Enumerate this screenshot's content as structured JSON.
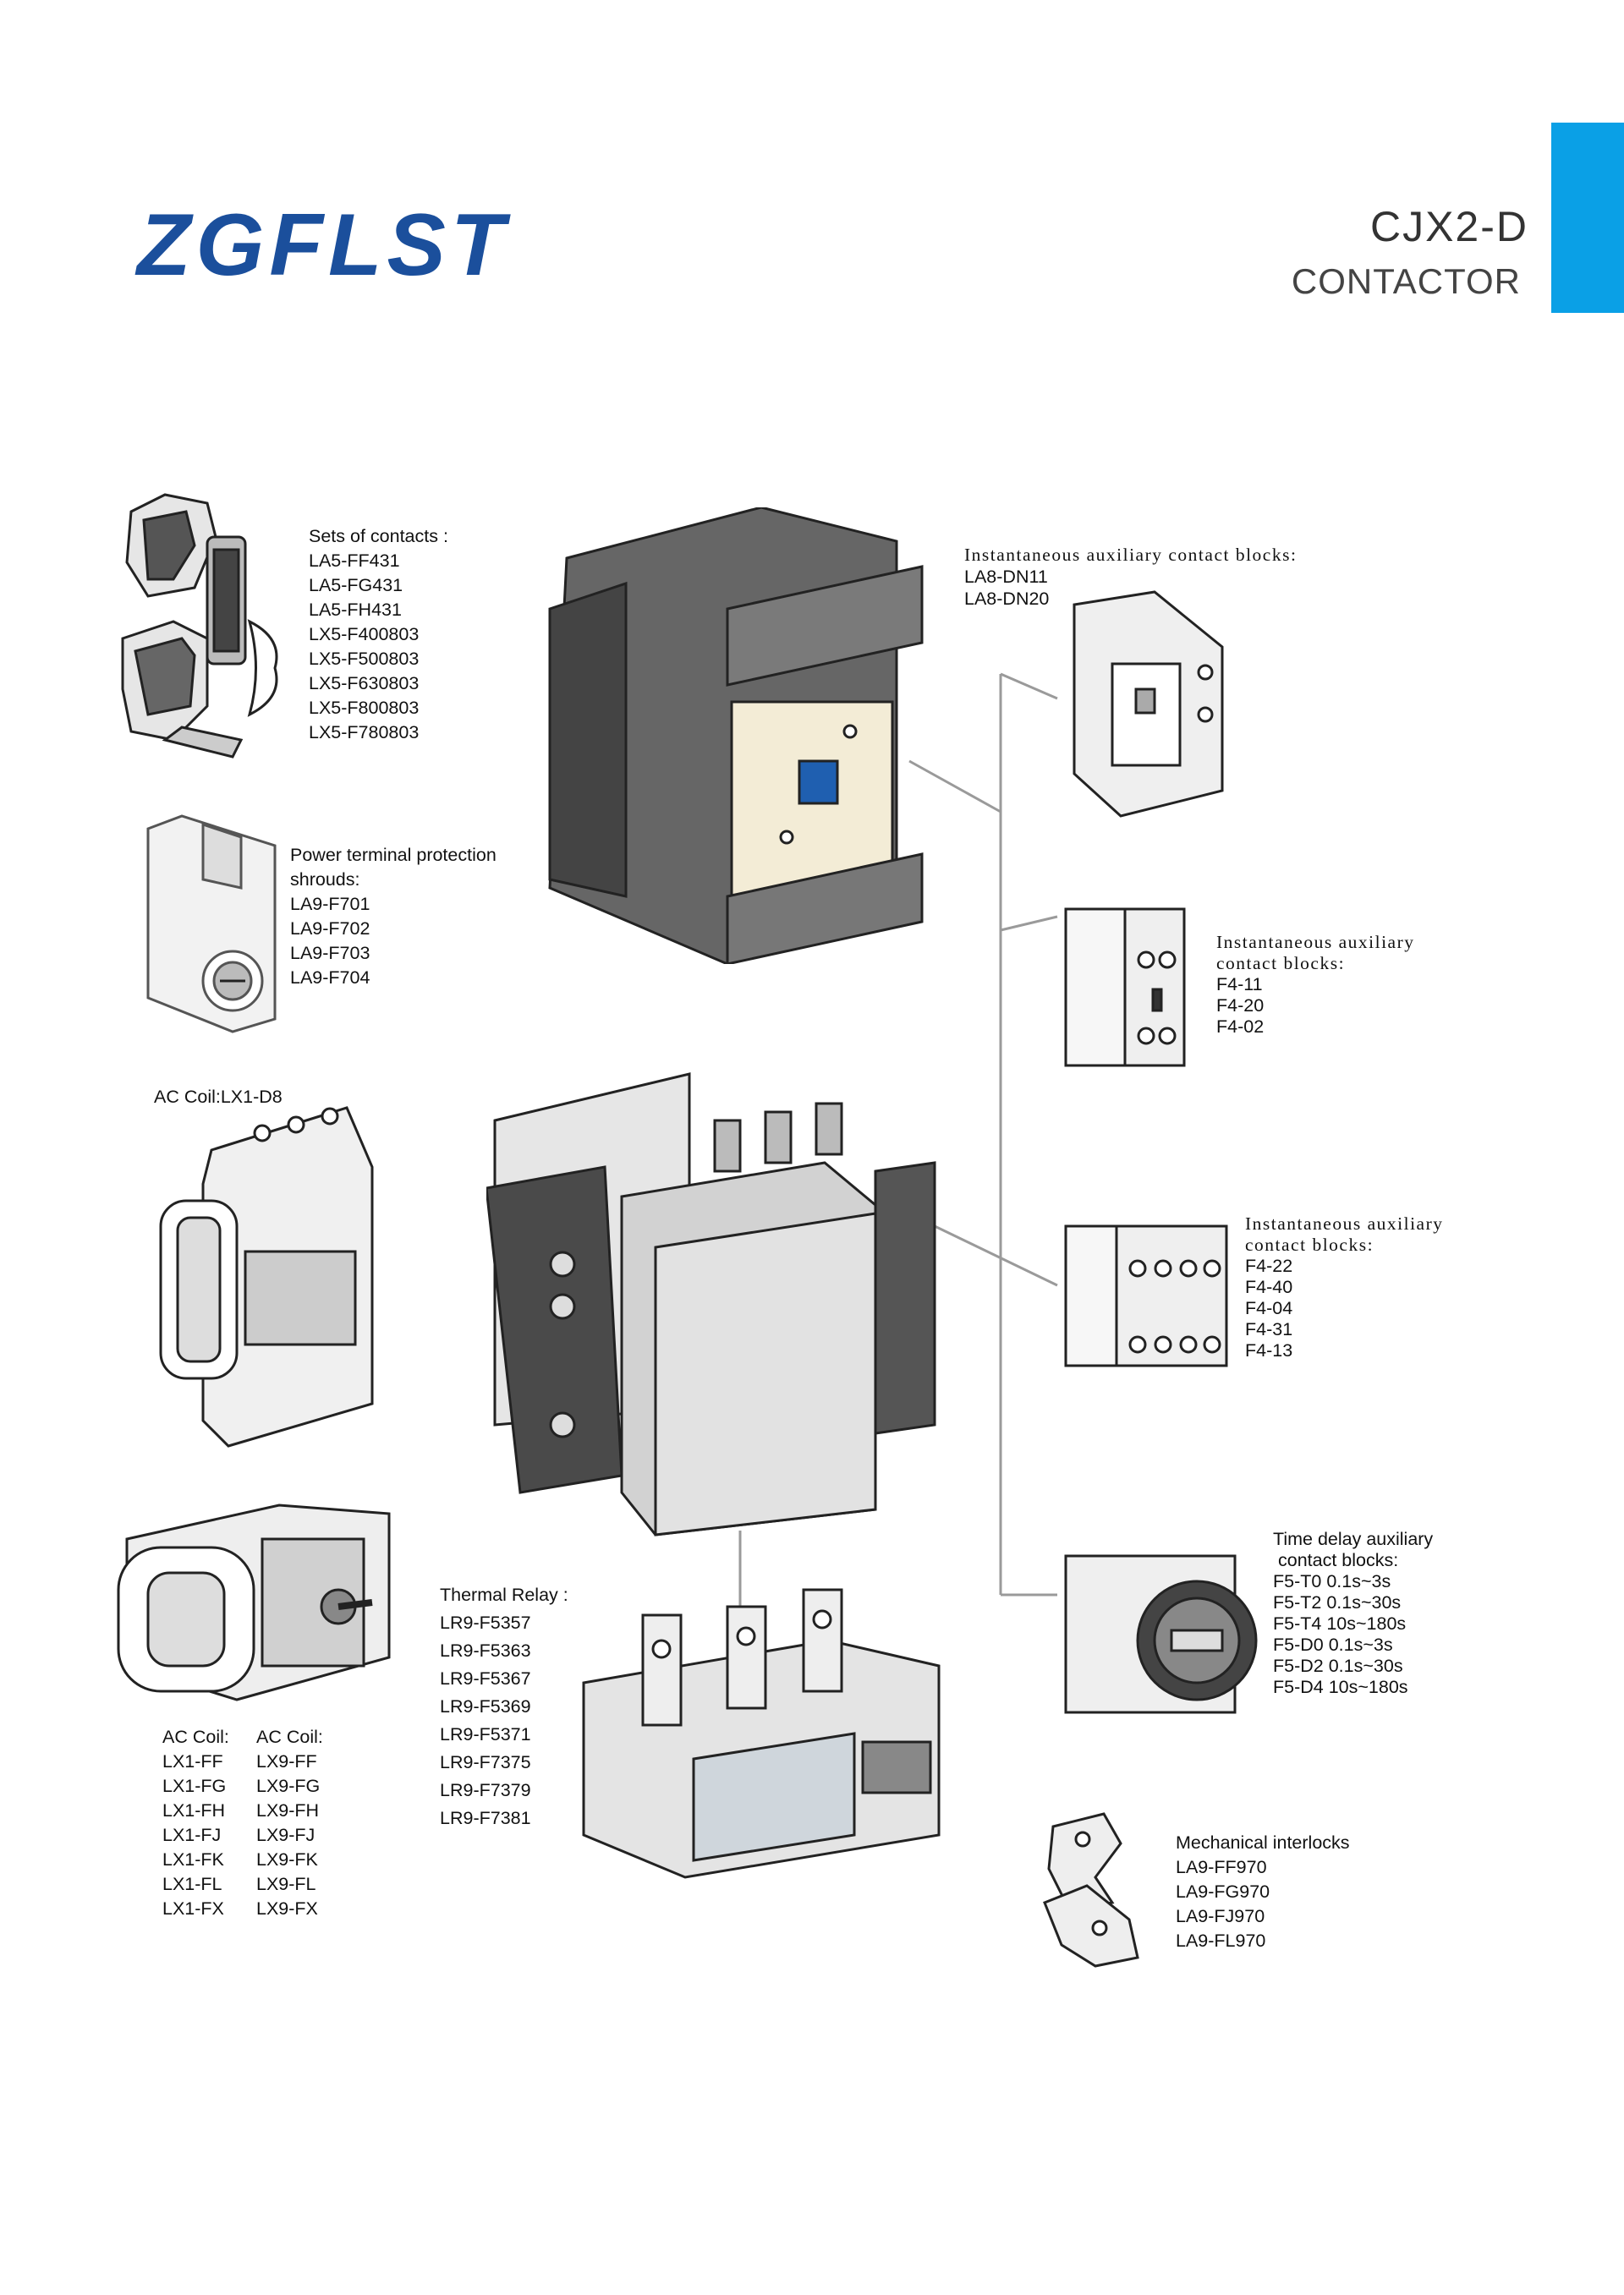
{
  "header": {
    "brand": "ZGFLST",
    "model": "CJX2-D",
    "product_type": "CONTACTOR",
    "accent_color": "#0aa0e6",
    "brand_color": "#1b4f9c"
  },
  "sets_of_contacts": {
    "title": "Sets of contacts :",
    "items": [
      "LA5-FF431",
      "LA5-FG431",
      "LA5-FH431",
      "LX5-F400803",
      "LX5-F500803",
      "LX5-F630803",
      "LX5-F800803",
      "LX5-F780803"
    ]
  },
  "shrouds": {
    "title_line1": "Power terminal protection",
    "title_line2": "shrouds:",
    "items": [
      "LA9-F701",
      "LA9-F702",
      "LA9-F703",
      "LA9-F704"
    ]
  },
  "ac_coil_d8": {
    "title": "AC Coil:LX1-D8"
  },
  "aux_dn": {
    "title": "Instantaneous auxiliary contact blocks:",
    "items": [
      "LA8-DN11",
      "LA8-DN20"
    ]
  },
  "aux_f4_small": {
    "title_line1": "Instantaneous auxiliary",
    "title_line2": "contact blocks:",
    "items": [
      "F4-11",
      "F4-20",
      "F4-02"
    ]
  },
  "aux_f4_large": {
    "title_line1": "Instantaneous auxiliary",
    "title_line2": "contact blocks:",
    "items": [
      "F4-22",
      "F4-40",
      "F4-04",
      "F4-31",
      "F4-13"
    ]
  },
  "time_delay": {
    "title_line1": "Time delay auxiliary",
    "title_line2": "contact blocks:",
    "items": [
      "F5-T0 0.1s~3s",
      "F5-T2 0.1s~30s",
      "F5-T4 10s~180s",
      "F5-D0 0.1s~3s",
      "F5-D2 0.1s~30s",
      "F5-D4 10s~180s"
    ]
  },
  "thermal_relay": {
    "title": "Thermal Relay :",
    "items": [
      "LR9-F5357",
      "LR9-F5363",
      "LR9-F5367",
      "LR9-F5369",
      "LR9-F5371",
      "LR9-F7375",
      "LR9-F7379",
      "LR9-F7381"
    ]
  },
  "ac_coils": {
    "col1_title": "AC Coil:",
    "col1": [
      "LX1-FF",
      "LX1-FG",
      "LX1-FH",
      "LX1-FJ",
      "LX1-FK",
      "LX1-FL",
      "LX1-FX"
    ],
    "col2_title": "AC Coil:",
    "col2": [
      "LX9-FF",
      "LX9-FG",
      "LX9-FH",
      "LX9-FJ",
      "LX9-FK",
      "LX9-FL",
      "LX9-FX"
    ]
  },
  "interlocks": {
    "title": "Mechanical interlocks",
    "items": [
      "LA9-FF970",
      "LA9-FG970",
      "LA9-FJ970",
      "LA9-FL970"
    ]
  }
}
